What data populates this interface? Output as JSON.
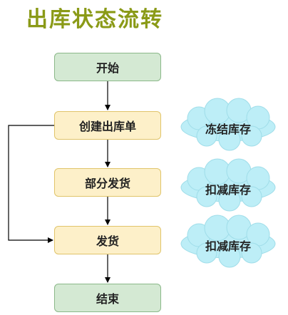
{
  "title": "出库状态流转",
  "nodes": [
    {
      "label": "开始"
    },
    {
      "label": "创建出库单"
    },
    {
      "label": "部分发货"
    },
    {
      "label": "发货"
    },
    {
      "label": "结束"
    }
  ],
  "clouds": [
    {
      "label": "冻结库存"
    },
    {
      "label": "扣减库存"
    },
    {
      "label": "扣减库存"
    }
  ],
  "colors": {
    "title": "#8a9a17",
    "green_box": "#d4e9d3",
    "yellow_box": "#fdf0c9",
    "cloud": "#bdeef7"
  }
}
